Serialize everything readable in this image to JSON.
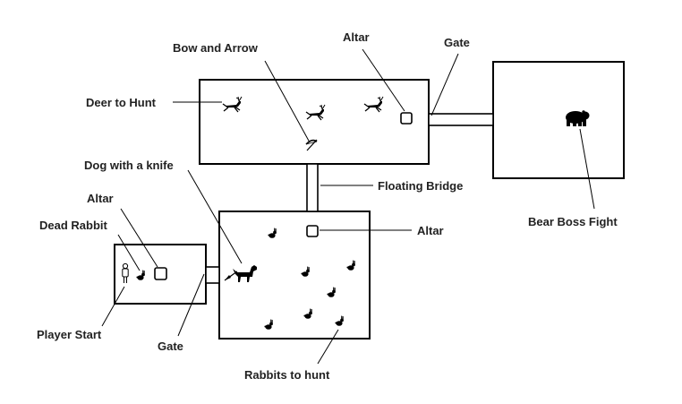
{
  "labels": {
    "bow_and_arrow": "Bow and Arrow",
    "altar_top": "Altar",
    "gate_top": "Gate",
    "deer_to_hunt": "Deer to Hunt",
    "dog_with_knife": "Dog with a knife",
    "floating_bridge": "Floating Bridge",
    "altar_left": "Altar",
    "dead_rabbit": "Dead Rabbit",
    "altar_center": "Altar",
    "bear_boss_fight": "Bear Boss Fight",
    "player_start": "Player Start",
    "gate_bottom": "Gate",
    "rabbits_to_hunt": "Rabbits to hunt"
  },
  "icons": {
    "deer": "deer-icon",
    "bow": "bow-and-arrow-icon",
    "bear": "bear-icon",
    "dog": "dog-icon",
    "knife": "knife-icon",
    "rabbit": "rabbit-icon",
    "player": "player-icon",
    "altar": "altar-icon"
  }
}
